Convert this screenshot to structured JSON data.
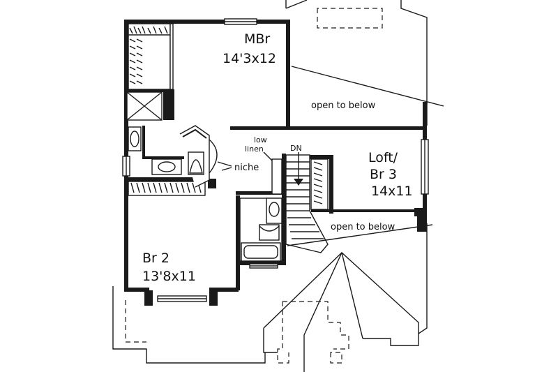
{
  "rooms": {
    "master_bedroom": {
      "name": "MBr",
      "size": "14'3x12"
    },
    "bedroom_2": {
      "name": "Br 2",
      "size": "13'8x11"
    },
    "loft": {
      "name_line1": "Loft/",
      "name_line2": "Br 3",
      "size": "14x11"
    }
  },
  "annotations": {
    "open_to_below_upper": "open to below",
    "open_to_below_lower": "open to below",
    "low_linen_line1": "low",
    "low_linen_line2": "linen",
    "niche": "niche",
    "stair_down": "DN"
  }
}
